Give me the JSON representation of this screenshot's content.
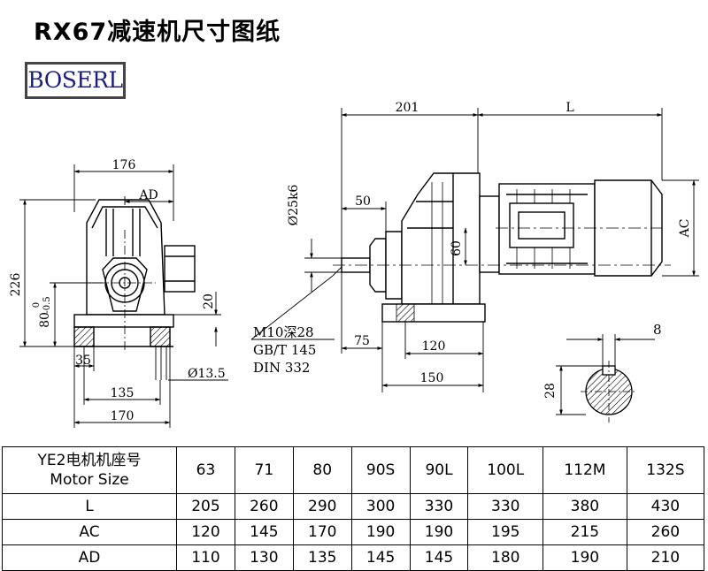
{
  "title": "RX67减速机尺寸图纸",
  "brand": "BOSERL",
  "drawing": {
    "front": {
      "width_top": "176",
      "ad": "AD",
      "height_total": "226",
      "height_shaft": "80",
      "tol_upper": "0",
      "tol_lower": "-0.5",
      "foot_offset": "20",
      "foot_left": "35",
      "hole_dia": "Ø13.5",
      "base_inner": "135",
      "base_outer": "170"
    },
    "side": {
      "len_gear": "201",
      "len_motor": "L",
      "shaft_dia": "Ø25k6",
      "shaft_len": "50",
      "shaft_height": "60",
      "ac": "AC",
      "thread": "M10深28",
      "standard_gb": "GB/T 145",
      "standard_din": "DIN 332",
      "foot_front": "75",
      "foot_inner": "120",
      "foot_outer": "150"
    },
    "key": {
      "key_width": "8",
      "key_height": "28"
    }
  },
  "table": {
    "header_cn": "YE2电机机座号",
    "header_en": "Motor Size",
    "sizes": [
      "63",
      "71",
      "80",
      "90S",
      "90L",
      "100L",
      "112M",
      "132S"
    ],
    "rows": [
      {
        "label": "L",
        "values": [
          "205",
          "260",
          "290",
          "300",
          "330",
          "330",
          "380",
          "430"
        ]
      },
      {
        "label": "AC",
        "values": [
          "120",
          "145",
          "170",
          "190",
          "190",
          "195",
          "215",
          "260"
        ]
      },
      {
        "label": "AD",
        "values": [
          "110",
          "130",
          "135",
          "145",
          "145",
          "180",
          "190",
          "210"
        ]
      }
    ]
  }
}
